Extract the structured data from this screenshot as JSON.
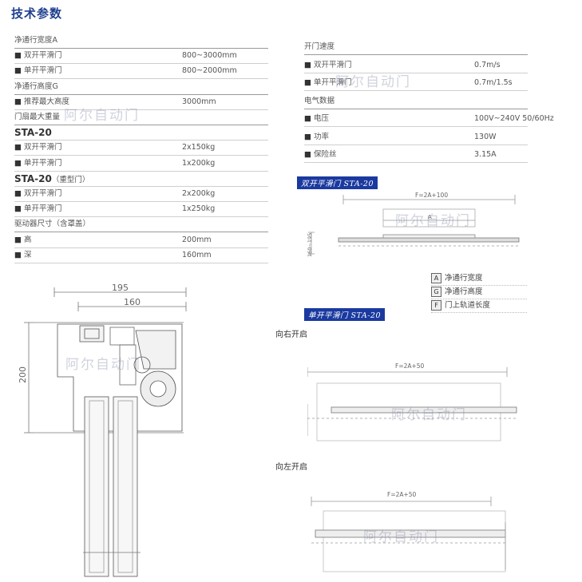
{
  "title": "技术参数",
  "left_specs": [
    {
      "label": "净通行宽度A",
      "value": "",
      "head": true
    },
    {
      "label": "双开平滑门",
      "value": "800~3000mm",
      "bullet": true
    },
    {
      "label": "单开平滑门",
      "value": "800~2000mm",
      "bullet": true
    },
    {
      "label": "净通行高度G",
      "value": "",
      "head": true
    },
    {
      "label": "推荐最大高度",
      "value": "3000mm",
      "bullet": true
    },
    {
      "label": "门扇最大重量",
      "value": "",
      "head": true
    },
    {
      "label": "STA-20",
      "value": "",
      "sta": true,
      "suffix": ""
    },
    {
      "label": "双开平滑门",
      "value": "2x150kg",
      "bullet": true
    },
    {
      "label": "单开平滑门",
      "value": "1x200kg",
      "bullet": true
    },
    {
      "label": "STA-20",
      "value": "",
      "sta": true,
      "suffix": "（重型门）"
    },
    {
      "label": "双开平滑门",
      "value": "2x200kg",
      "bullet": true
    },
    {
      "label": "单开平滑门",
      "value": "1x250kg",
      "bullet": true
    },
    {
      "label": "驱动器尺寸（含罩盖）",
      "value": "",
      "head": true
    },
    {
      "label": "高",
      "value": "200mm",
      "bullet": true
    },
    {
      "label": "深",
      "value": "160mm",
      "bullet": true
    }
  ],
  "right_specs": [
    {
      "label": "开门速度",
      "value": "",
      "head": true
    },
    {
      "label": "双开平滑门",
      "value": "0.7m/s",
      "bullet": true
    },
    {
      "label": "单开平滑门",
      "value": "0.7m/1.5s",
      "bullet": true
    },
    {
      "label": "电气数据",
      "value": "",
      "head": true
    },
    {
      "label": "电压",
      "value": "100V~240V  50/60Hz",
      "bullet": true
    },
    {
      "label": "功率",
      "value": "130W",
      "bullet": true
    },
    {
      "label": "保险丝",
      "value": "3.15A",
      "bullet": true
    }
  ],
  "bullet_mark": "■",
  "double_label": "双开平滑门 STA-20",
  "single_label": "单开平滑门 STA-20",
  "double_dim": "F=2A+100",
  "double_a": "A",
  "double_height": "160~195",
  "legend": [
    {
      "key": "A",
      "text": "净通行宽度"
    },
    {
      "key": "G",
      "text": "净通行高度"
    },
    {
      "key": "F",
      "text": "门上轨道长度"
    }
  ],
  "open_right": "向右开启",
  "open_left": "向左开启",
  "single_dim": "F=2A+50",
  "section_dims": {
    "w1": "195",
    "w2": "160",
    "h": "200"
  },
  "watermark": "阿尔自动门"
}
